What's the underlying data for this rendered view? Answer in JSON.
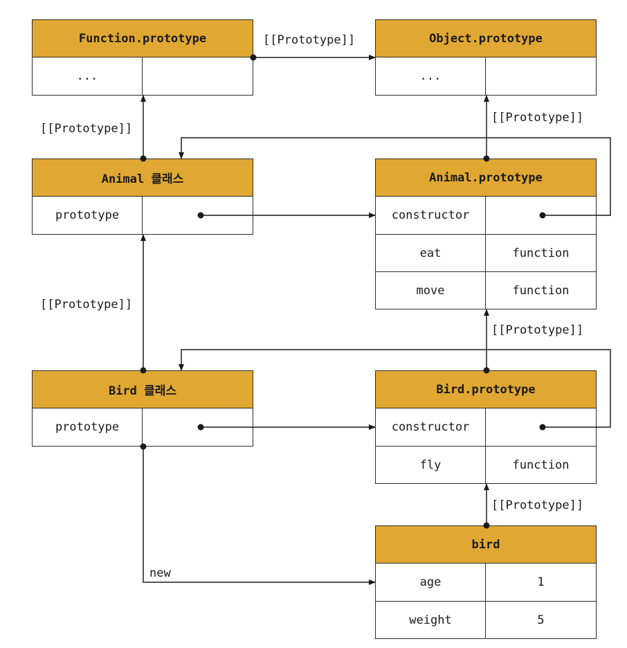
{
  "function_proto": {
    "title": "Function.prototype",
    "rows": [
      {
        "key": "...",
        "value": ""
      }
    ]
  },
  "object_proto": {
    "title": "Object.prototype",
    "rows": [
      {
        "key": "...",
        "value": ""
      }
    ]
  },
  "animal_class": {
    "title": "Animal 클래스",
    "rows": [
      {
        "key": "prototype",
        "value": ""
      }
    ]
  },
  "animal_proto": {
    "title": "Animal.prototype",
    "rows": [
      {
        "key": "constructor",
        "value": ""
      },
      {
        "key": "eat",
        "value": "function"
      },
      {
        "key": "move",
        "value": "function"
      }
    ]
  },
  "bird_class": {
    "title": "Bird 클래스",
    "rows": [
      {
        "key": "prototype",
        "value": ""
      }
    ]
  },
  "bird_proto": {
    "title": "Bird.prototype",
    "rows": [
      {
        "key": "constructor",
        "value": ""
      },
      {
        "key": "fly",
        "value": "function"
      }
    ]
  },
  "bird": {
    "title": "bird",
    "rows": [
      {
        "key": "age",
        "value": "1"
      },
      {
        "key": "weight",
        "value": "5"
      }
    ]
  },
  "labels": {
    "proto_link": "[[Prototype]]",
    "new_link": "new"
  },
  "colors": {
    "header": "#e0a832",
    "line": "#1a1a1a"
  }
}
